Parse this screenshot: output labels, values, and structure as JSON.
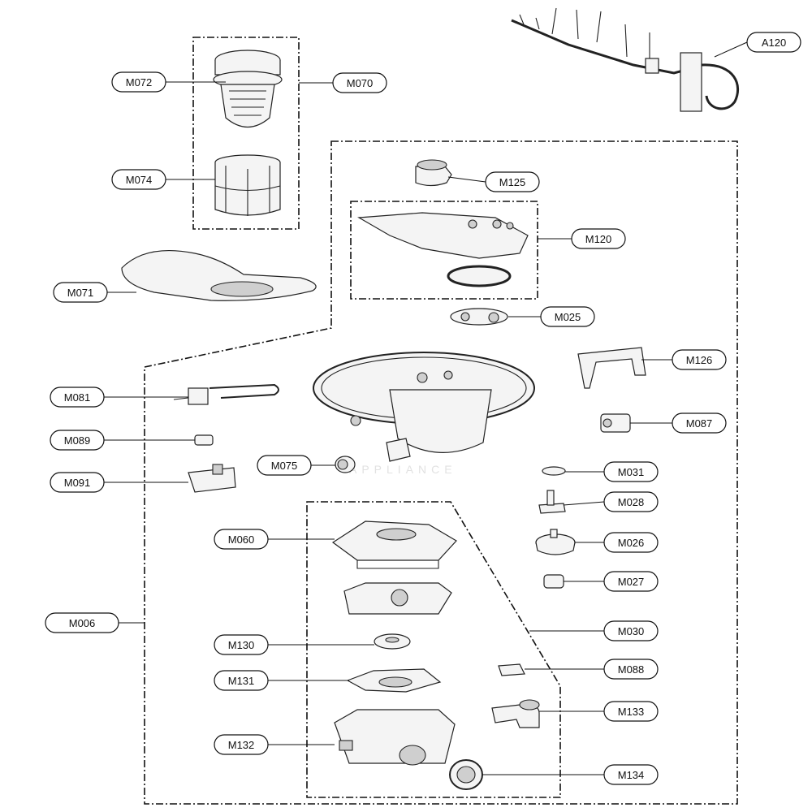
{
  "callouts": {
    "A120": "A120",
    "M072": "M072",
    "M070": "M070",
    "M074": "M074",
    "M071": "M071",
    "M125": "M125",
    "M120": "M120",
    "M025": "M025",
    "M126": "M126",
    "M081": "M081",
    "M089": "M089",
    "M087": "M087",
    "M075": "M075",
    "M031": "M031",
    "M091": "M091",
    "M028": "M028",
    "M060": "M060",
    "M026": "M026",
    "M027": "M027",
    "M006": "M006",
    "M030": "M030",
    "M130": "M130",
    "M088": "M088",
    "M131": "M131",
    "M133": "M133",
    "M132": "M132",
    "M134": "M134"
  }
}
